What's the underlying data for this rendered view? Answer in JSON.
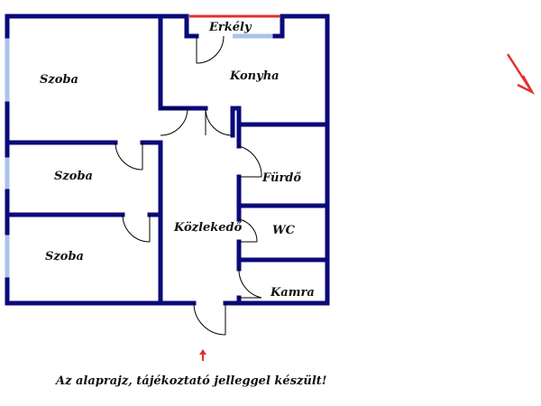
{
  "rooms": {
    "szoba_1": "Szoba",
    "szoba_2": "Szoba",
    "szoba_3": "Szoba",
    "erkely": "Erkély",
    "konyha": "Konyha",
    "furdo": "Fürdő",
    "kozlekedo": "Közlekedő",
    "wc": "WC",
    "kamra": "Kamra"
  },
  "footer": {
    "note": "Az alaprajz, tájékoztató jelleggel készült!"
  },
  "colors": {
    "wall": "#0a0a7a",
    "window": "#a9c4ea",
    "balcony_edge": "#e03030",
    "arrow": "#e03030",
    "door": "#000000"
  },
  "icons": {
    "north_arrow": "north-arrow-icon",
    "entrance_arrow": "entrance-arrow-icon"
  }
}
